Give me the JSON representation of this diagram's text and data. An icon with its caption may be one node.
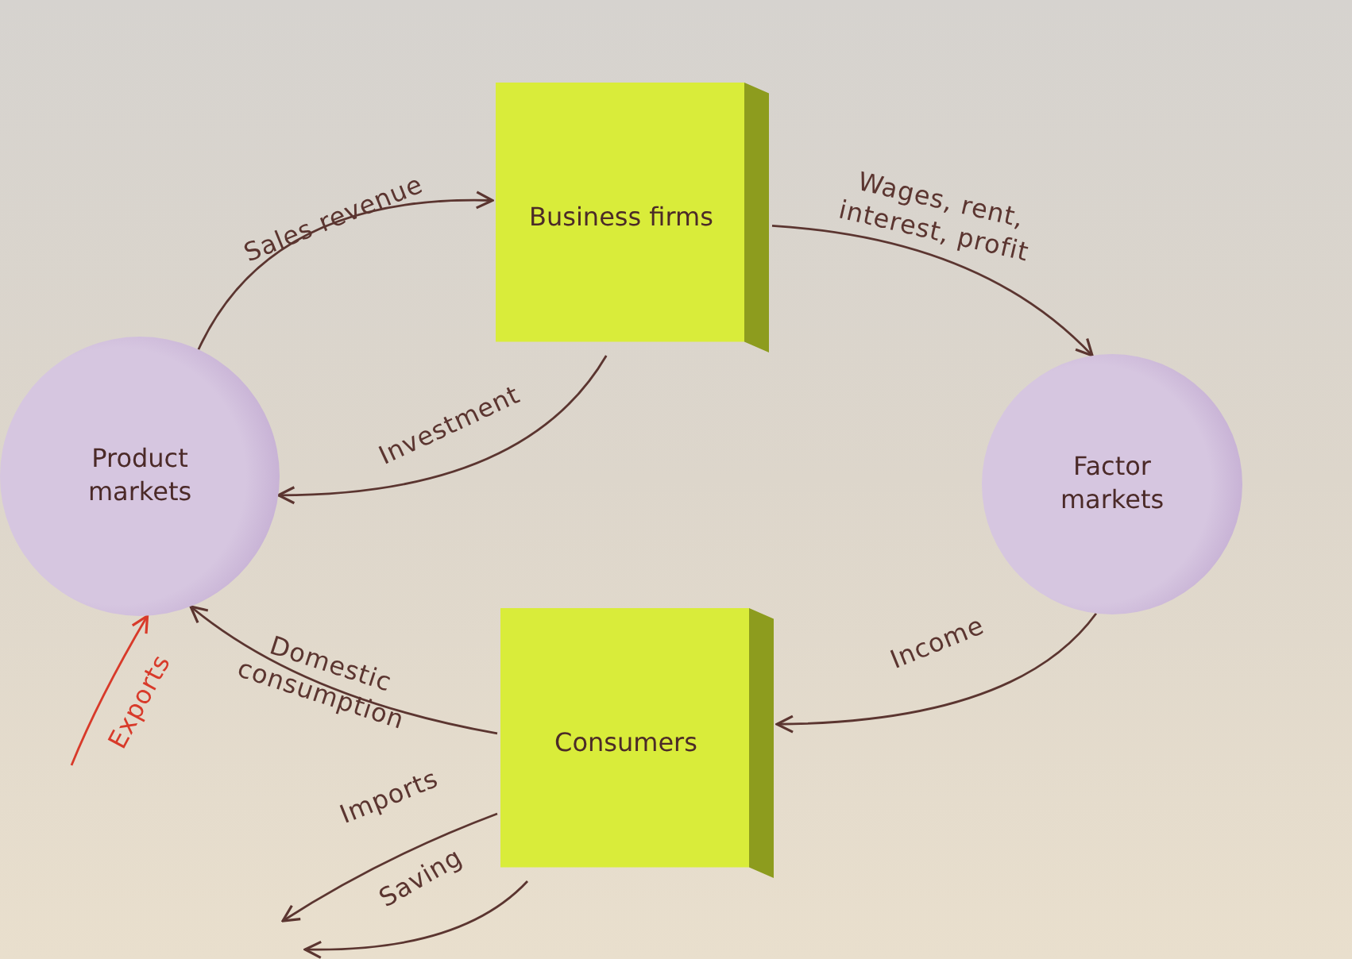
{
  "diagram": {
    "nodes": [
      {
        "text": [
          "Business firms"
        ]
      },
      {
        "text": [
          "Product markets"
        ]
      },
      {
        "text": [
          "Factor markets"
        ]
      },
      {
        "text": [
          "Consumers"
        ]
      }
    ],
    "edges": [
      {
        "from": 1,
        "to": 0,
        "arrow": "to",
        "label": "Sales revenue"
      },
      {
        "from": 0,
        "to": 2,
        "arrow": "to",
        "label": "Wages, rent, interest, profit"
      },
      {
        "from": 0,
        "to": 1,
        "arrow": "to",
        "label": "Investment"
      },
      {
        "from": 2,
        "to": 3,
        "arrow": "to",
        "label": "Income"
      },
      {
        "from": 3,
        "to": 1,
        "arrow": "to",
        "label": "Domestic consumption"
      },
      {
        "from": null,
        "to": 1,
        "arrow": "to",
        "label": "Exports",
        "color": "#d83a2a"
      },
      {
        "from": 3,
        "to": null,
        "arrow": "to",
        "label": "Imports"
      },
      {
        "from": 3,
        "to": null,
        "arrow": "to",
        "label": "Saving"
      }
    ]
  }
}
